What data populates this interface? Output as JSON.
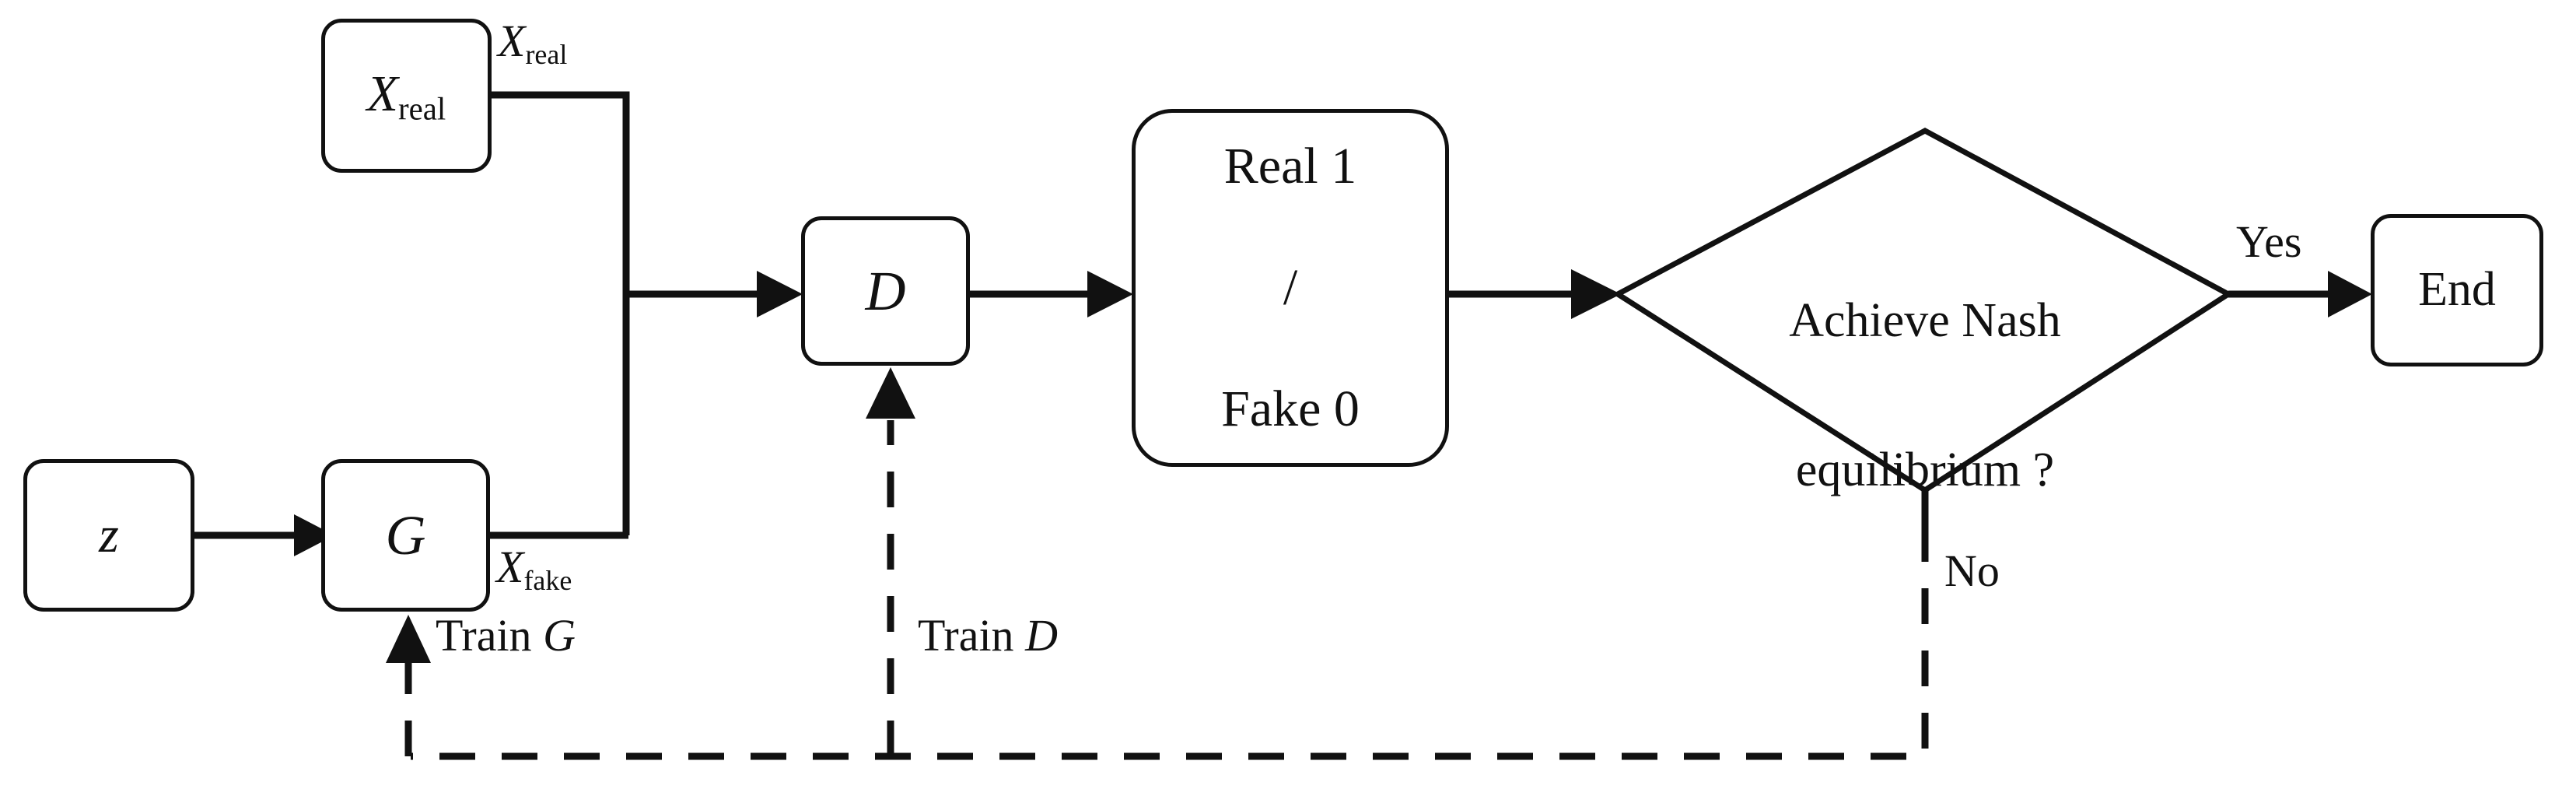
{
  "diagram": {
    "title": "GAN training flowchart",
    "stroke_color": "#111111",
    "background": "#ffffff",
    "nodes": {
      "x_real": {
        "id": "x-real-box",
        "text_main": "X",
        "text_sub": "real",
        "shape": "rounded-rect"
      },
      "z": {
        "id": "z-box",
        "text_main": "z",
        "text_sub": "",
        "shape": "rounded-rect"
      },
      "g": {
        "id": "generator-box",
        "text_main": "G",
        "text_sub": "",
        "shape": "rounded-rect"
      },
      "d": {
        "id": "discriminator-box",
        "text_main": "D",
        "text_sub": "",
        "shape": "rounded-rect"
      },
      "output": {
        "id": "output-box",
        "line1": "Real  1",
        "line2": "/",
        "line3": "Fake 0",
        "shape": "rounded-rect"
      },
      "decision": {
        "id": "decision-diamond",
        "line1": "Achieve Nash",
        "line2": "equilibrium ?",
        "shape": "diamond"
      },
      "end": {
        "id": "end-box",
        "text_main": "End",
        "text_sub": "",
        "shape": "rounded-rect"
      }
    },
    "edge_labels": {
      "x_real_out": {
        "main": "X",
        "sub": "real"
      },
      "x_fake_out": {
        "main": "X",
        "sub": "fake"
      },
      "train_g": {
        "prefix": "Train ",
        "italic": "G"
      },
      "train_d": {
        "prefix": "Train ",
        "italic": "D"
      },
      "yes": "Yes",
      "no": "No"
    },
    "edges": [
      {
        "name": "z-to-g",
        "from": "z",
        "to": "g",
        "style": "solid",
        "arrow": true
      },
      {
        "name": "x-real-to-merge",
        "from": "x_real",
        "to": "merge",
        "style": "solid",
        "arrow": false
      },
      {
        "name": "x-fake-to-merge",
        "from": "g",
        "to": "merge",
        "style": "solid",
        "arrow": false
      },
      {
        "name": "merge-to-d",
        "from": "merge",
        "to": "d",
        "style": "solid",
        "arrow": true
      },
      {
        "name": "d-to-output",
        "from": "d",
        "to": "output",
        "style": "solid",
        "arrow": true
      },
      {
        "name": "output-to-decision",
        "from": "output",
        "to": "decision",
        "style": "solid",
        "arrow": true
      },
      {
        "name": "decision-yes-to-end",
        "from": "decision",
        "to": "end",
        "style": "solid",
        "arrow": true,
        "label": "Yes"
      },
      {
        "name": "decision-no-feedback",
        "from": "decision",
        "to": "feedback-bus",
        "style": "dashed",
        "arrow": false,
        "label": "No"
      },
      {
        "name": "feedback-to-d",
        "from": "feedback-bus",
        "to": "d",
        "style": "dashed",
        "arrow": true,
        "label": "Train D"
      },
      {
        "name": "feedback-to-g",
        "from": "feedback-bus",
        "to": "g",
        "style": "dashed",
        "arrow": true,
        "label": "Train G"
      }
    ]
  }
}
